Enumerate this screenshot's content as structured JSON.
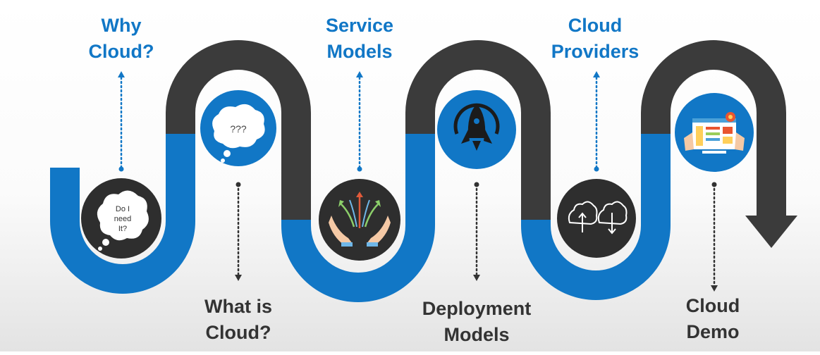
{
  "colors": {
    "blue": "#1177c6",
    "dark": "#3b3b3b",
    "label_blue": "#1177c6",
    "label_dark": "#333333"
  },
  "milestones": [
    {
      "id": "why-cloud",
      "position": "top",
      "label_lines": [
        "Why",
        "Cloud?"
      ],
      "icon": "thought-cloud-icon",
      "icon_text": [
        "Do I",
        "need",
        "It?"
      ]
    },
    {
      "id": "what-is-cloud",
      "position": "bottom",
      "label_lines": [
        "What is",
        "Cloud?"
      ],
      "icon": "thought-bubble-icon",
      "icon_text": [
        "???"
      ]
    },
    {
      "id": "service-models",
      "position": "top",
      "label_lines": [
        "Service",
        "Models"
      ],
      "icon": "hands-arrows-icon"
    },
    {
      "id": "deployment-models",
      "position": "bottom",
      "label_lines": [
        "Deployment",
        "Models"
      ],
      "icon": "rocket-icon"
    },
    {
      "id": "cloud-providers",
      "position": "top",
      "label_lines": [
        "Cloud",
        "Providers"
      ],
      "icon": "cloud-upload-download-icon"
    },
    {
      "id": "cloud-demo",
      "position": "bottom",
      "label_lines": [
        "Cloud",
        "Demo"
      ],
      "icon": "dashboard-demo-icon"
    }
  ]
}
